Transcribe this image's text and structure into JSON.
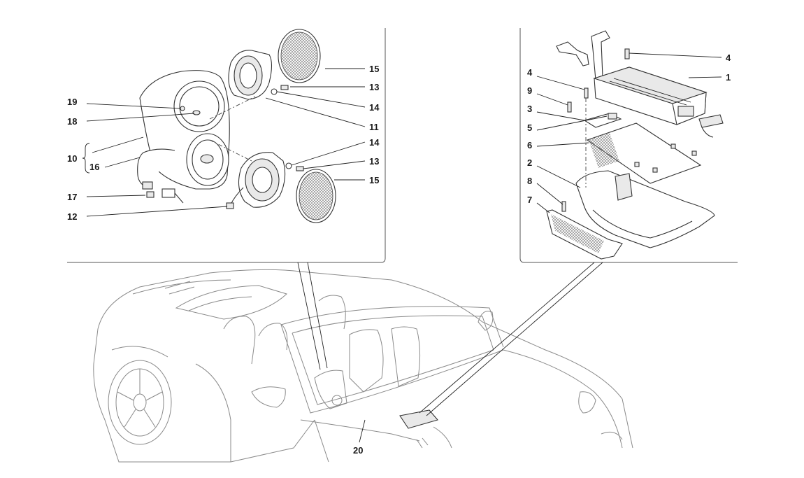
{
  "diagram": {
    "callouts": {
      "c1": "1",
      "c2": "2",
      "c3": "3",
      "c4a": "4",
      "c4b": "4",
      "c5": "5",
      "c6": "6",
      "c7": "7",
      "c8": "8",
      "c9": "9",
      "c10": "10",
      "c11": "11",
      "c12": "12",
      "c13a": "13",
      "c13b": "13",
      "c14a": "14",
      "c14b": "14",
      "c15a": "15",
      "c15b": "15",
      "c16": "16",
      "c17": "17",
      "c18": "18",
      "c19": "19",
      "c20": "20"
    }
  }
}
